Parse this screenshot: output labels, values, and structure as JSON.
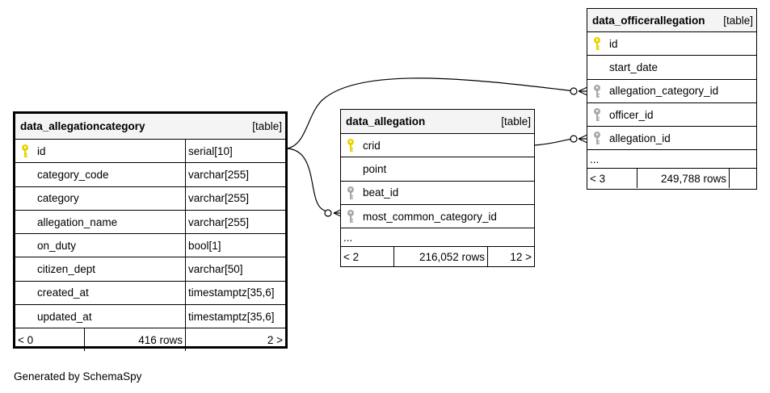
{
  "tables": {
    "allegationcategory": {
      "name": "data_allegationcategory",
      "kind": "[table]",
      "columns": [
        {
          "name": "id",
          "type": "serial[10]",
          "key": "primary"
        },
        {
          "name": "category_code",
          "type": "varchar[255]",
          "key": "none"
        },
        {
          "name": "category",
          "type": "varchar[255]",
          "key": "none"
        },
        {
          "name": "allegation_name",
          "type": "varchar[255]",
          "key": "none"
        },
        {
          "name": "on_duty",
          "type": "bool[1]",
          "key": "none"
        },
        {
          "name": "citizen_dept",
          "type": "varchar[50]",
          "key": "none"
        },
        {
          "name": "created_at",
          "type": "timestamptz[35,6]",
          "key": "none"
        },
        {
          "name": "updated_at",
          "type": "timestamptz[35,6]",
          "key": "none"
        }
      ],
      "footer": {
        "parents": "< 0",
        "rows": "416 rows",
        "children": "2 >"
      }
    },
    "allegation": {
      "name": "data_allegation",
      "kind": "[table]",
      "columns": [
        {
          "name": "crid",
          "key": "primary"
        },
        {
          "name": "point",
          "key": "none"
        },
        {
          "name": "beat_id",
          "key": "foreign"
        },
        {
          "name": "most_common_category_id",
          "key": "foreign"
        }
      ],
      "more": "...",
      "footer": {
        "parents": "< 2",
        "rows": "216,052 rows",
        "children": "12 >"
      }
    },
    "officerallegation": {
      "name": "data_officerallegation",
      "kind": "[table]",
      "columns": [
        {
          "name": "id",
          "key": "primary"
        },
        {
          "name": "start_date",
          "key": "none"
        },
        {
          "name": "allegation_category_id",
          "key": "foreign"
        },
        {
          "name": "officer_id",
          "key": "foreign"
        },
        {
          "name": "allegation_id",
          "key": "foreign"
        }
      ],
      "more": "...",
      "footer": {
        "parents": "< 3",
        "rows": "249,788 rows",
        "children": ""
      }
    }
  },
  "relationships": [
    {
      "from": "data_allegationcategory.id",
      "to": "data_officerallegation.allegation_category_id"
    },
    {
      "from": "data_allegationcategory.id",
      "to": "data_allegation.most_common_category_id"
    },
    {
      "from": "data_allegation.crid",
      "to": "data_officerallegation.allegation_id"
    }
  ],
  "colors": {
    "primary_key": "#e8d200",
    "foreign_key": "#a8a8a8",
    "header_bg": "#f4f4f4"
  },
  "generated_by": "Generated by SchemaSpy"
}
